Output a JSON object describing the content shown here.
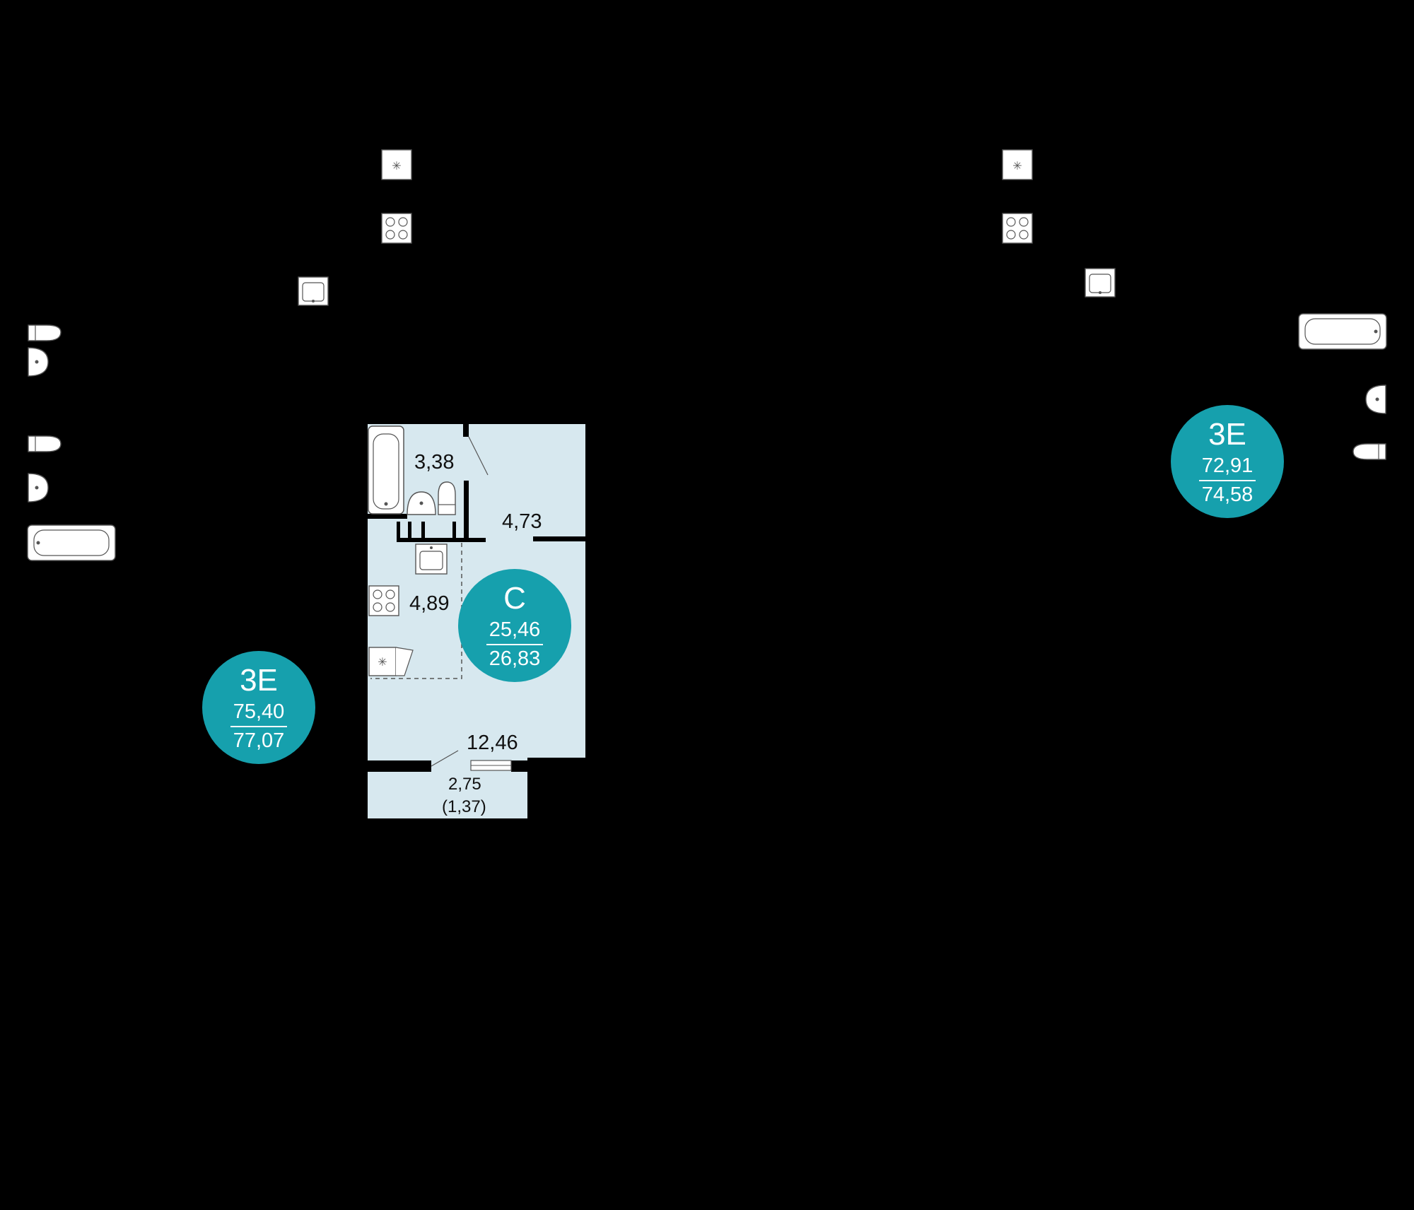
{
  "colors": {
    "background": "#000000",
    "unit_fill": "#d7e8ef",
    "badge": "#16a0ad",
    "badge_text": "#ffffff",
    "wall": "#000000",
    "label_text": "#111111"
  },
  "units": {
    "left": {
      "code": "3E",
      "living_area": "75,40",
      "total_area": "77,07"
    },
    "center": {
      "code": "С",
      "living_area": "25,46",
      "total_area": "26,83"
    },
    "right": {
      "code": "3E",
      "living_area": "72,91",
      "total_area": "74,58"
    }
  },
  "rooms": {
    "bathroom": "3,38",
    "hallway": "4,73",
    "kitchen": "4,89",
    "living_room": "12,46",
    "balcony": "2,75",
    "balcony_reduced": "(1,37)"
  },
  "icons": {
    "stove": "stove-icon",
    "fridge": "fridge-icon",
    "sink": "sink-icon",
    "toilet": "toilet-icon",
    "washbasin": "washbasin-icon",
    "bathtub": "bathtub-icon"
  }
}
